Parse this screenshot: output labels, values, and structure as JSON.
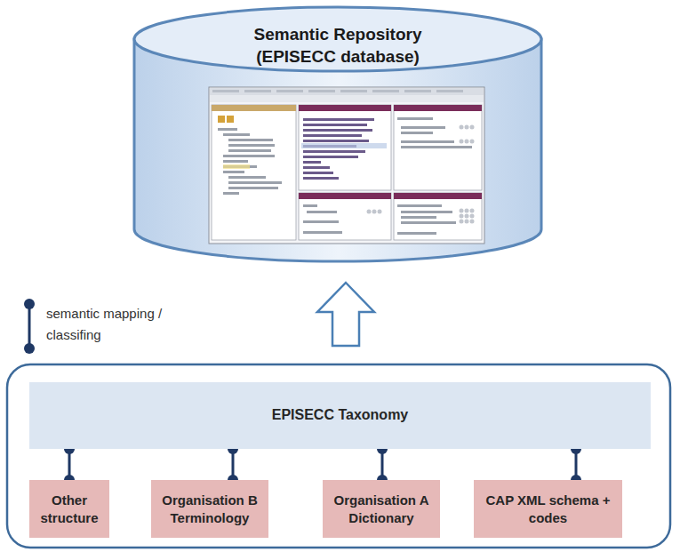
{
  "diagram": {
    "nodes": [
      {
        "text": [
          "Semantic Repository (EPISECC database)"
        ]
      },
      {
        "text": [
          "EPISECC Taxonomy"
        ]
      },
      {
        "text": [
          "Other structure"
        ]
      },
      {
        "text": [
          "Organisation B Terminology"
        ]
      },
      {
        "text": [
          "Organisation A Dictionary"
        ]
      },
      {
        "text": [
          "CAP XML schema + codes"
        ]
      }
    ],
    "edges": [
      {
        "from": 1,
        "to": 2,
        "arrow": "none"
      },
      {
        "from": 1,
        "to": 3,
        "arrow": "none"
      },
      {
        "from": 1,
        "to": 4,
        "arrow": "none"
      },
      {
        "from": 1,
        "to": 5,
        "arrow": "none"
      }
    ],
    "labels": [
      "semantic mapping / classifing"
    ]
  }
}
